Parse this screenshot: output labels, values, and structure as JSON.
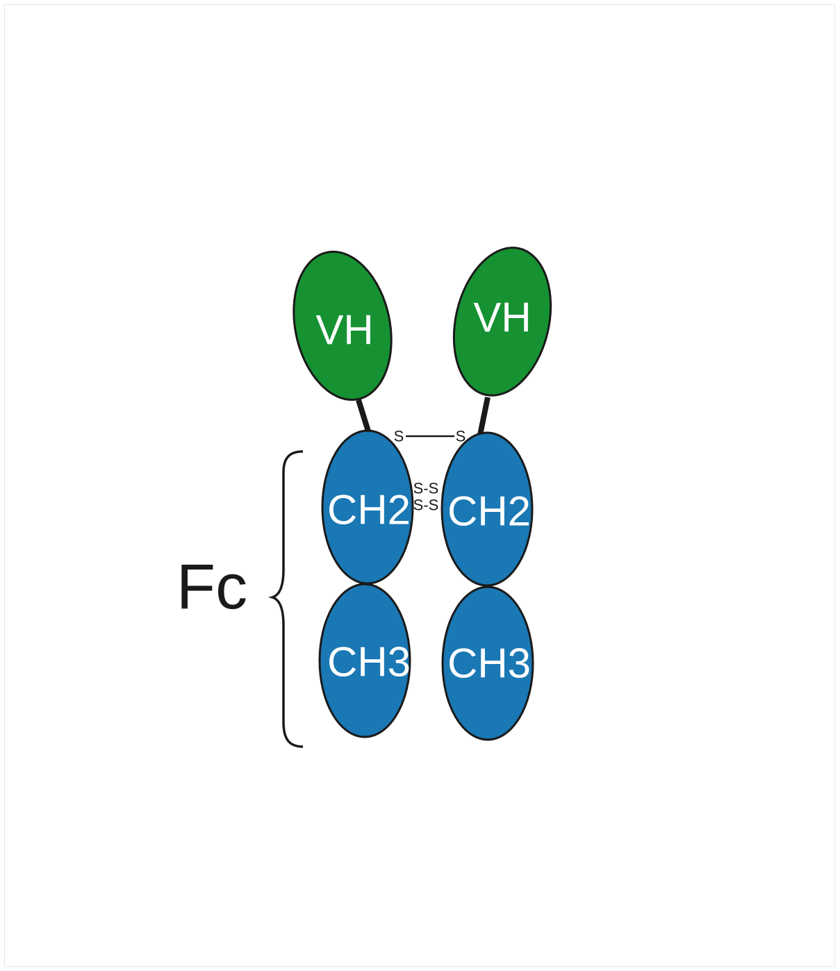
{
  "diagram": {
    "colors": {
      "variable_domain": "#169233",
      "constant_domain": "#1a78b4",
      "outline": "#1a1a1a",
      "label_text": "#ffffff",
      "background": "#ffffff"
    },
    "left_chain": {
      "vh": "VH",
      "ch2": "CH2",
      "ch3": "CH3"
    },
    "right_chain": {
      "vh": "VH",
      "ch2": "CH2",
      "ch3": "CH3"
    },
    "disulfide": {
      "hinge_left": "S",
      "hinge_right": "S",
      "bond_1": "S-S",
      "bond_2": "S-S"
    },
    "region_label": "Fc"
  }
}
